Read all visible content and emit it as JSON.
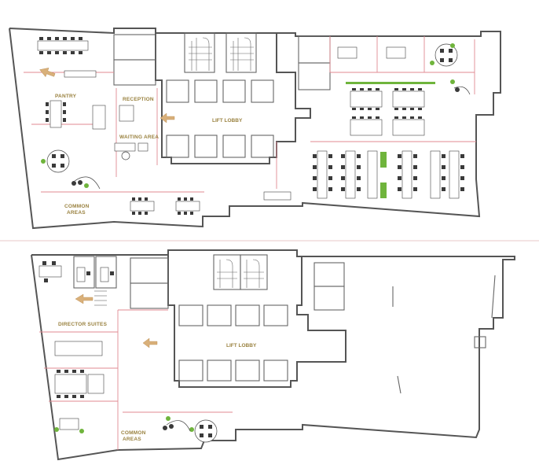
{
  "floor_upper": {
    "labels": {
      "pantry": "PANTRY",
      "reception": "RECEPTION",
      "waiting_area": "WAITING AREA",
      "lift_lobby": "LIFT LOBBY",
      "common_areas_line1": "COMMON",
      "common_areas_line2": "AREAS"
    }
  },
  "floor_lower": {
    "labels": {
      "director_suites": "DIRECTOR SUITES",
      "lift_lobby": "LIFT LOBBY",
      "common_areas_line1": "COMMON",
      "common_areas_line2": "AREAS"
    }
  },
  "colors": {
    "wall": "#555555",
    "partition": "#e08a92",
    "label": "#9a8240",
    "plant": "#6fb43c",
    "arrow": "#d9b07a"
  }
}
